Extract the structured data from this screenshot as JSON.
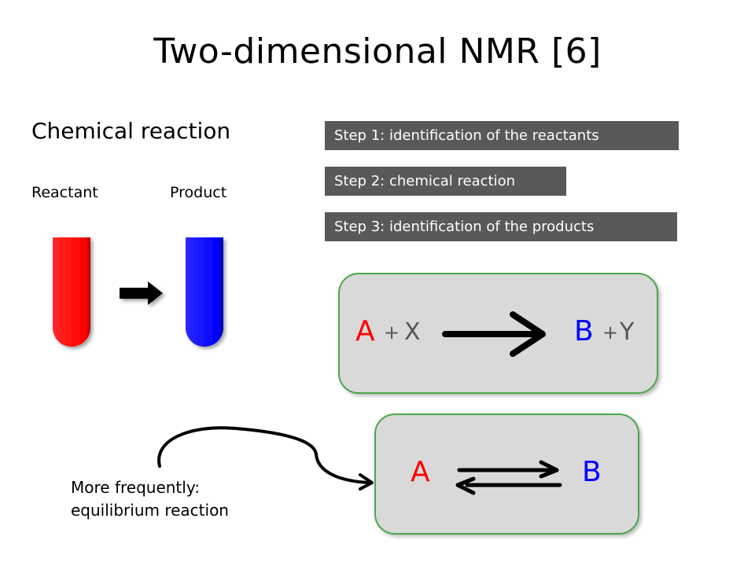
{
  "title": "Two-dimensional NMR [6]",
  "section": {
    "heading": "Chemical reaction",
    "reactant_label": "Reactant",
    "product_label": "Product"
  },
  "tubes": {
    "reactant_color": "#ff0000",
    "product_color": "#0000ff"
  },
  "steps": [
    "Step 1: identification of the reactants",
    "Step 2: chemical reaction",
    "Step 3: identification of the products"
  ],
  "reaction": {
    "reactant": "A",
    "reactant_partner": "X",
    "product": "B",
    "product_partner": "Y",
    "plus": "+"
  },
  "equilibrium": {
    "left": "A",
    "right": "B"
  },
  "note": {
    "line1": "More frequently:",
    "line2": "equilibrium reaction"
  },
  "colors": {
    "red": "#ff0000",
    "blue": "#0000ff",
    "step_box": "#595959",
    "box_fill": "#d9d9d9",
    "box_border": "#4aa84a"
  }
}
